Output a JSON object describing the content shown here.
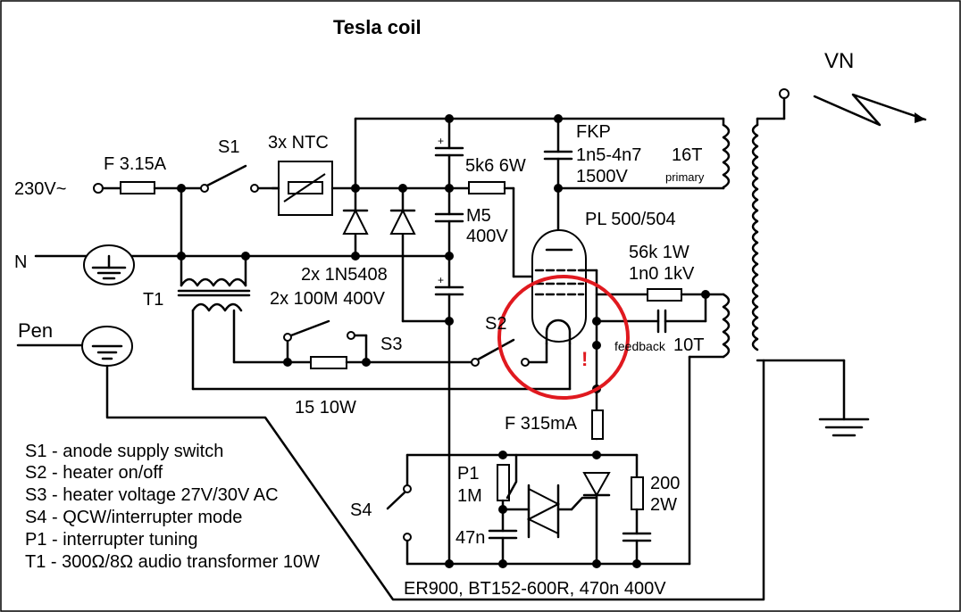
{
  "title": "Tesla coil",
  "labels": {
    "mains": "230V~",
    "neutral": "N",
    "pen": "Pen",
    "fuse_main": "F 3.15A",
    "s1": "S1",
    "ntc": "3x NTC",
    "diodes": "2x 1N5408",
    "resistors_100m": "2x 100M 400V",
    "t1": "T1",
    "s3": "S3",
    "s2": "S2",
    "r15": "15 10W",
    "cap_upper": "M5",
    "cap_upper_v": "400V",
    "r5k6": "5k6 6W",
    "fkp": "FKP",
    "fkp_val": "1n5-4n7",
    "fkp_v": "1500V",
    "primary_turns": "16T",
    "primary": "primary",
    "tube": "PL 500/504",
    "r56k": "56k 1W",
    "c1n0": "1n0 1kV",
    "feedback": "feedback",
    "feedback_turns": "10T",
    "vn": "VN",
    "fuse_315": "F 315mA",
    "p1": "P1",
    "p1_val": "1M",
    "c47n": "47n",
    "r200": "200",
    "r200_w": "2W",
    "s4": "S4",
    "bottom_note": "ER900, BT152-600R, 470n 400V",
    "warning": "!"
  },
  "legend": [
    "S1 - anode supply switch",
    "S2 - heater on/off",
    "S3 - heater voltage 27V/30V AC",
    "S4 - QCW/interrupter mode",
    "P1 - interrupter tuning",
    "T1 - 300Ω/8Ω audio transformer 10W"
  ],
  "colors": {
    "ink": "#000000",
    "highlight": "#e0191f"
  }
}
